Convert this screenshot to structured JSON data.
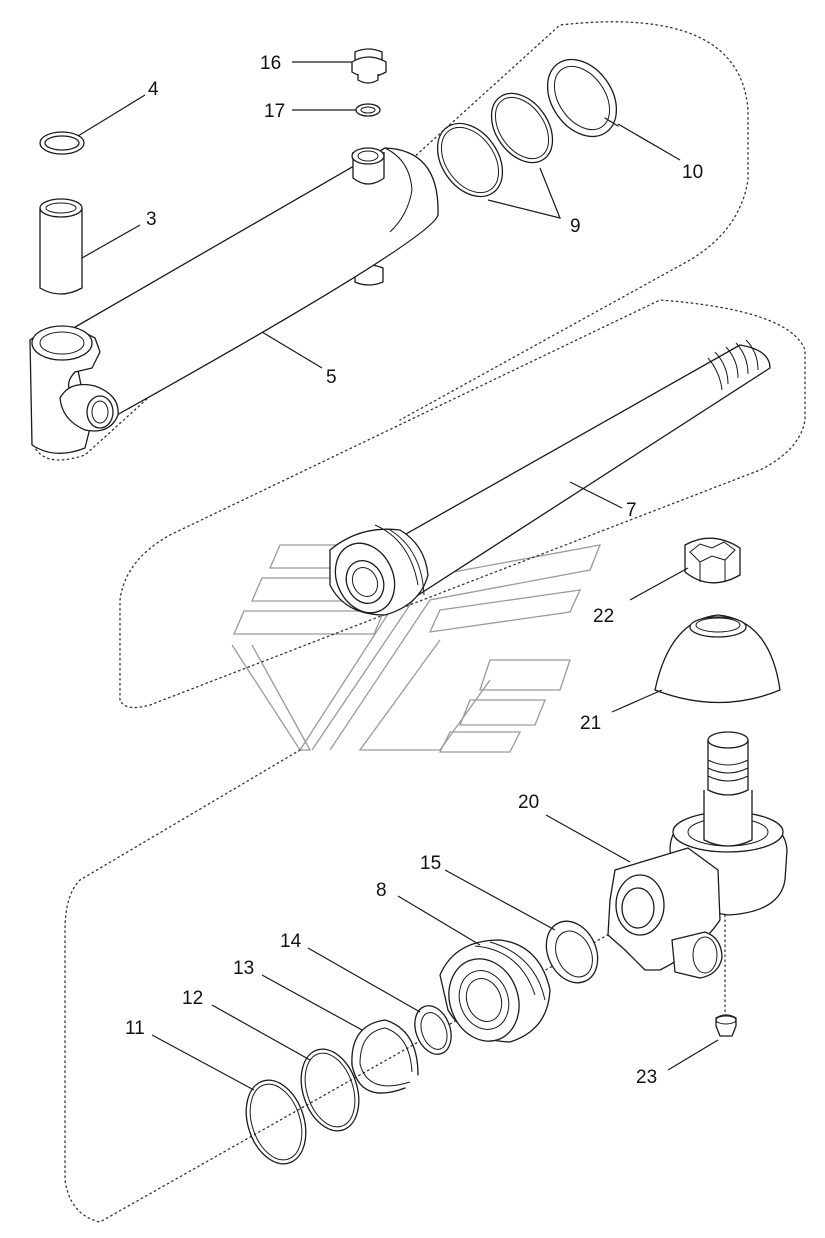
{
  "diagram": {
    "callouts": [
      {
        "id": "c3",
        "number": "3"
      },
      {
        "id": "c4",
        "number": "4"
      },
      {
        "id": "c5",
        "number": "5"
      },
      {
        "id": "c7",
        "number": "7"
      },
      {
        "id": "c8",
        "number": "8"
      },
      {
        "id": "c9",
        "number": "9"
      },
      {
        "id": "c10",
        "number": "10"
      },
      {
        "id": "c11",
        "number": "11"
      },
      {
        "id": "c12",
        "number": "12"
      },
      {
        "id": "c13",
        "number": "13"
      },
      {
        "id": "c14",
        "number": "14"
      },
      {
        "id": "c15",
        "number": "15"
      },
      {
        "id": "c16",
        "number": "16"
      },
      {
        "id": "c17",
        "number": "17"
      },
      {
        "id": "c20",
        "number": "20"
      },
      {
        "id": "c21",
        "number": "21"
      },
      {
        "id": "c22",
        "number": "22"
      },
      {
        "id": "c23",
        "number": "23"
      }
    ]
  }
}
